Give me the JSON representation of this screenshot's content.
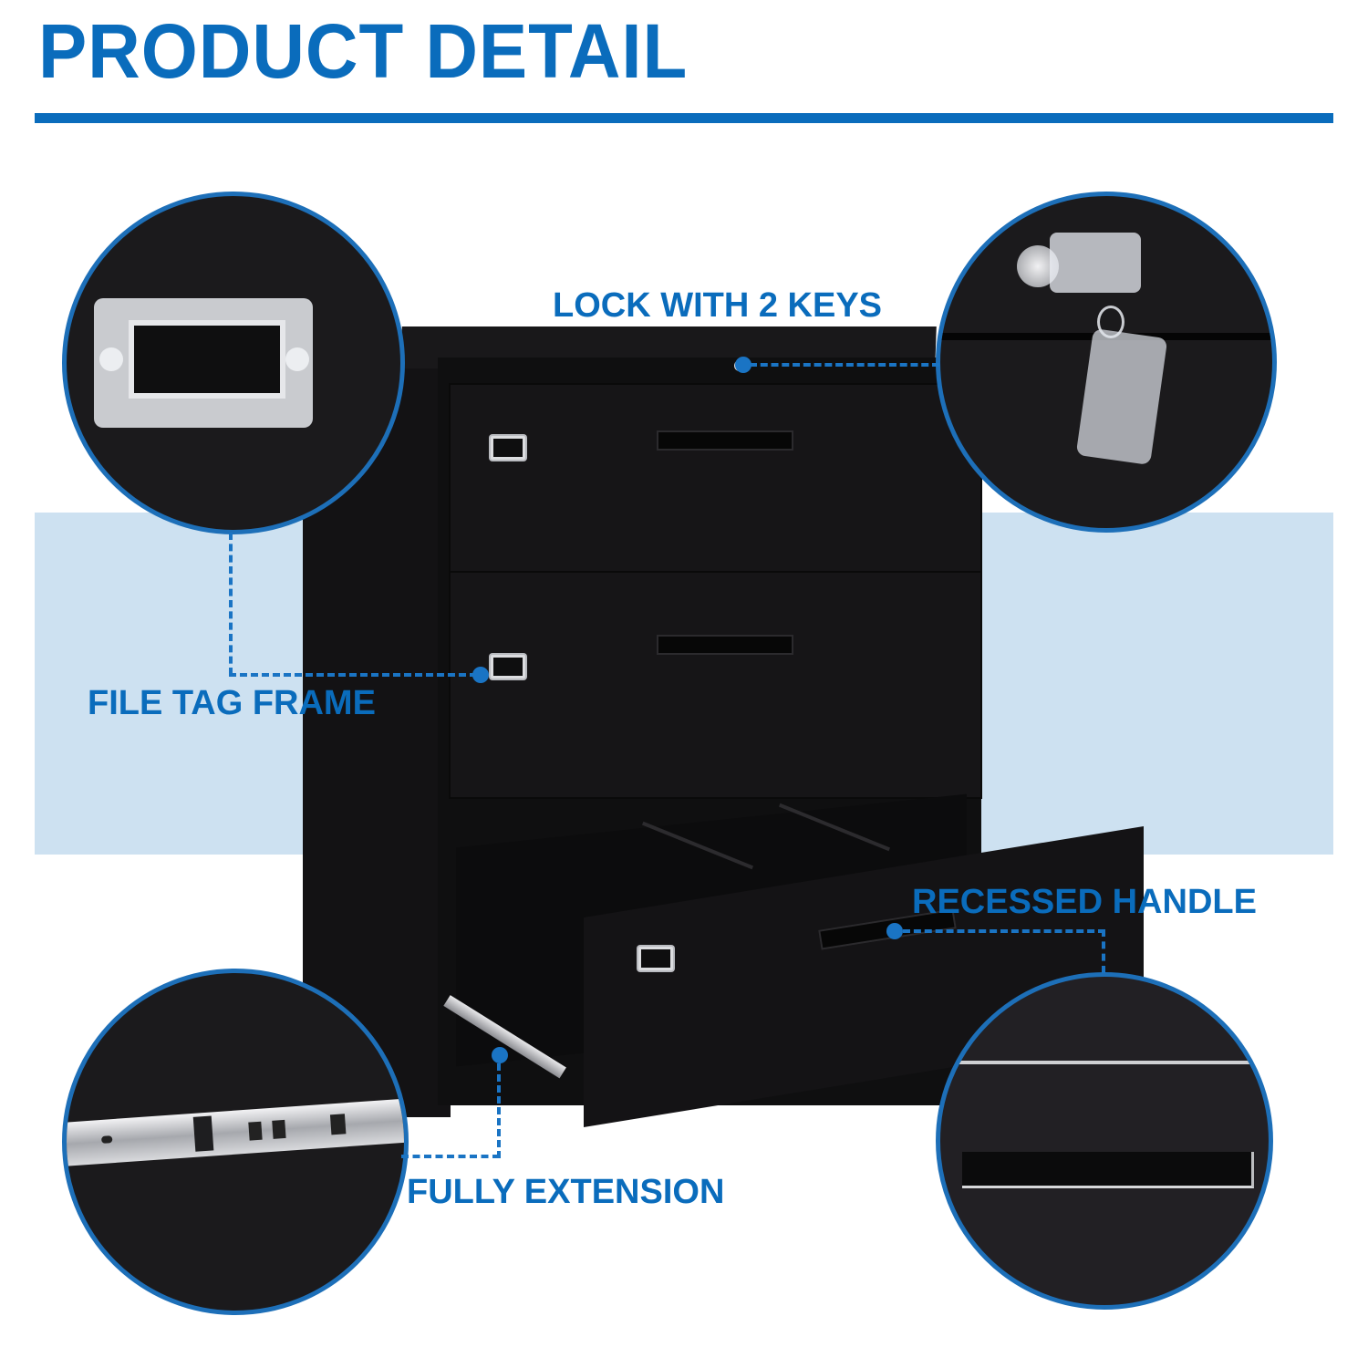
{
  "header": {
    "title": "PRODUCT DETAIL"
  },
  "colors": {
    "brand_blue": "#0a6cbc",
    "band_blue": "#cde1f1",
    "cabinet_black": "#141315"
  },
  "product": {
    "name": "3-drawer lateral file cabinet",
    "drawer_count": 3
  },
  "callouts": [
    {
      "id": "file-tag-frame",
      "label": "FILE TAG FRAME",
      "icon": "file-tag-frame-icon"
    },
    {
      "id": "lock",
      "label": "LOCK WITH 2 KEYS",
      "icon": "lock-with-keys-icon"
    },
    {
      "id": "recessed-handle",
      "label": "RECESSED HANDLE",
      "icon": "recessed-handle-icon"
    },
    {
      "id": "full-extension",
      "label": "FULLY EXTENSION",
      "icon": "drawer-slide-rail-icon"
    }
  ]
}
